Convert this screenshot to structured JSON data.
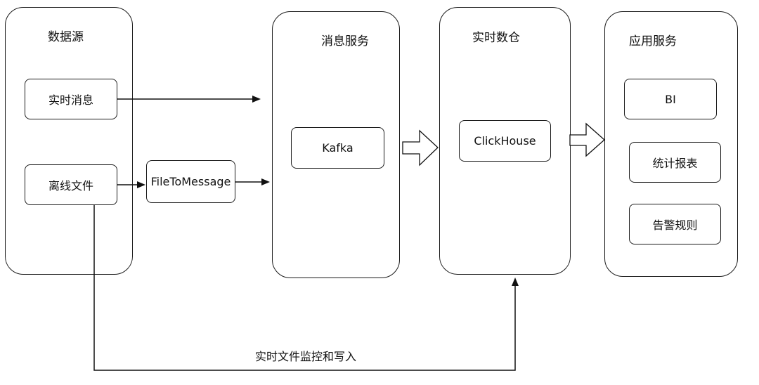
{
  "data_source": {
    "title": "数据源",
    "realtime_msg": "实时消息",
    "offline_file": "离线文件"
  },
  "converter": {
    "label": "FileToMessage"
  },
  "message_service": {
    "title": "消息服务",
    "kafka": "Kafka"
  },
  "warehouse": {
    "title": "实时数仓",
    "clickhouse": "ClickHouse"
  },
  "app_service": {
    "title": "应用服务",
    "bi": "BI",
    "report": "统计报表",
    "alert_rules": "告警规则"
  },
  "monitor_path": {
    "label": "实时文件监控和写入"
  }
}
